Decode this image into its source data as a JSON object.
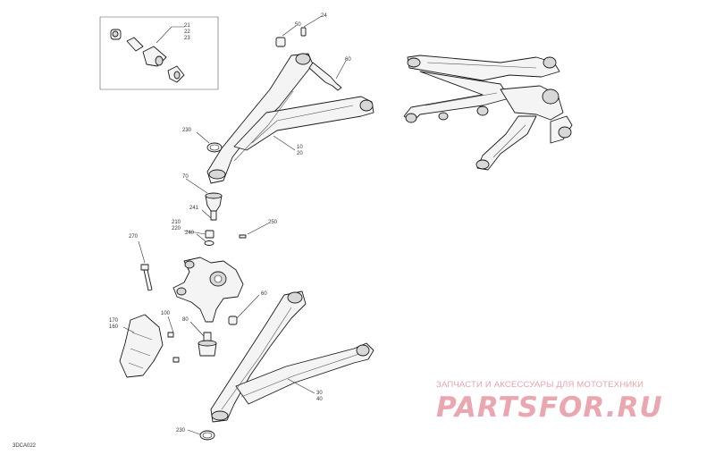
{
  "diagram": {
    "id_label": "3DCA022",
    "callouts": {
      "c21": "21",
      "c22": "22",
      "c23": "23",
      "c50": "50",
      "c24": "24",
      "c60a": "60",
      "c230a": "230",
      "c10": "10",
      "c20": "20",
      "c70": "70",
      "c241": "241",
      "c210": "210",
      "c220": "220",
      "c240": "240",
      "c250": "250",
      "c270": "270",
      "c60b": "60",
      "c170": "170",
      "c160": "160",
      "c100": "100",
      "c80": "80",
      "c30": "30",
      "c40": "40",
      "c230b": "230"
    }
  },
  "watermark": {
    "tagline": "ЗАПЧАСТИ И АКСЕССУАРЫ ДЛЯ МОТОТЕХНИКИ",
    "logo": "PARTSFOR.RU"
  }
}
